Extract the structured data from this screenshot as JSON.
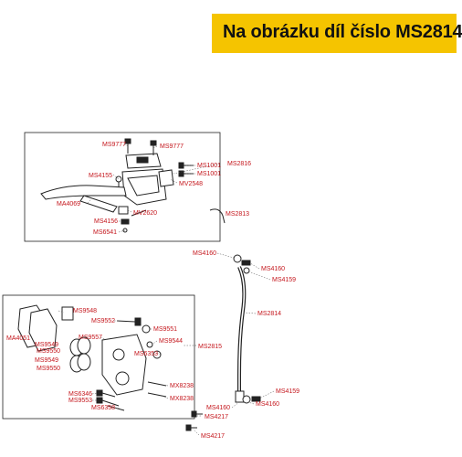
{
  "banner": {
    "text": "Na obrázku díl číslo MS2814",
    "background": "#f5c400"
  },
  "colors": {
    "label": "#c4161c",
    "line": "#222222"
  },
  "labels": {
    "ms9777_a": "MS9777",
    "ms9777_b": "MS9777",
    "ms1001_a": "MS1001",
    "ms1001_b": "MS1001",
    "ms2816": "MS2816",
    "ms4155": "MS4155",
    "mv2548": "MV2548",
    "ma4069": "MA4069",
    "mv2620": "MV2620",
    "ms4156": "MS4156",
    "ms6541": "MS6541",
    "ms2813": "MS2813",
    "ms4160_a": "MS4160",
    "ms4160_b": "MS4160",
    "ms4159_a": "MS4159",
    "ms2814": "MS2814",
    "ms9548": "MS9548",
    "ms9552": "MS9552",
    "ms9551": "MS9551",
    "ma4051": "MA4051",
    "ms9549_a": "MS9549",
    "ms9557": "MS9557",
    "ms9544": "MS9544",
    "ms9550_a": "MS9550",
    "ms6353": "MS6353",
    "ms2815": "MS2815",
    "ms9549_b": "MS9549",
    "ms9550_b": "MS9550",
    "mx8238_a": "MX8238",
    "mx8238_b": "MX8238",
    "ms6346": "MS6346",
    "ms9553": "MS9553",
    "ms6358": "MS6358",
    "ms4159_b": "MS4159",
    "ms4160_c": "MS4160",
    "ms4160_d": "MS4160",
    "ms4217_a": "MS4217",
    "ms4217_b": "MS4217"
  }
}
